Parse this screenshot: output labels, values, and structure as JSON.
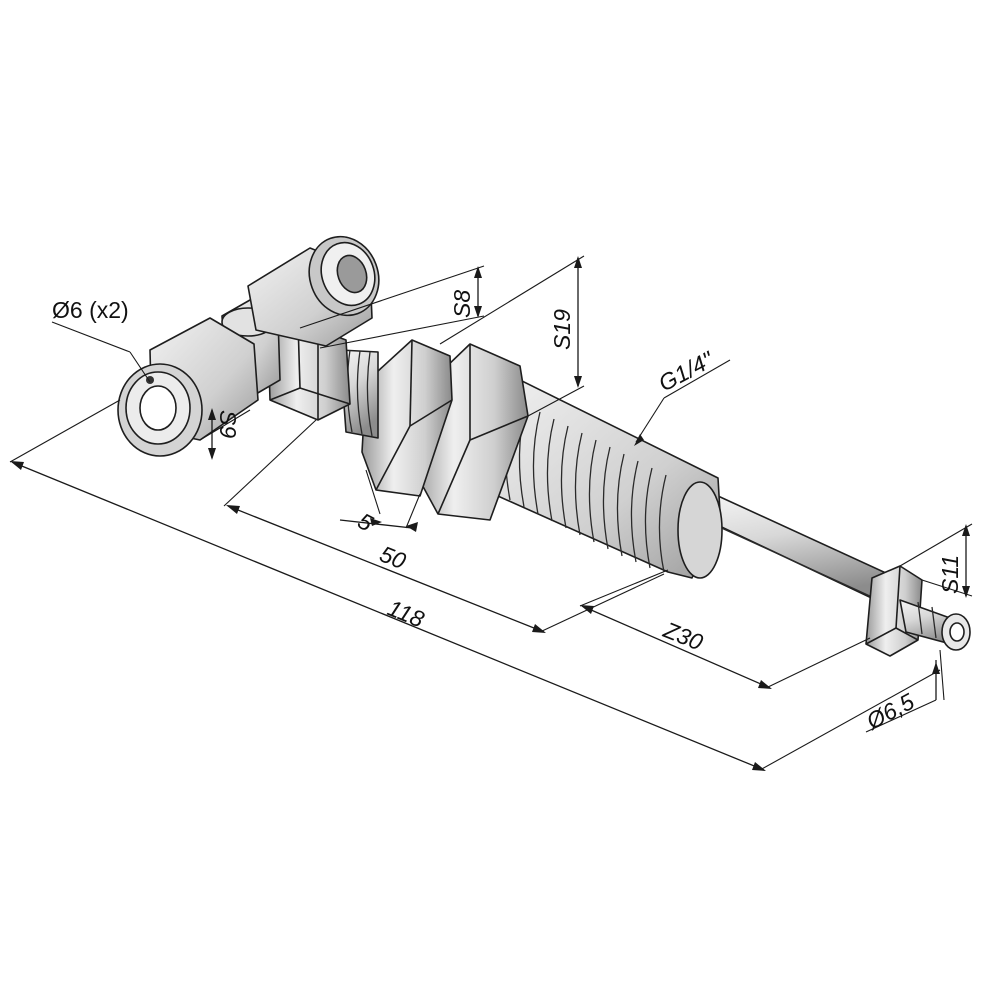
{
  "labels": {
    "tube_diameter": "Ø6 (x2)",
    "wrench_s8": "S8",
    "wrench_s19": "S19",
    "wrench_s9": "S9",
    "thread": "G1/4\"",
    "dim_5": "5",
    "dim_50": "50",
    "dim_118": "118",
    "dim_z30": "Z30",
    "wrench_s11": "S11",
    "outlet_diameter": "Ø6,5"
  },
  "colors": {
    "line": "#1a1a1a",
    "metal_light": "#ececec",
    "metal_mid": "#c9c9c9",
    "metal_dark": "#8e8e8e"
  }
}
